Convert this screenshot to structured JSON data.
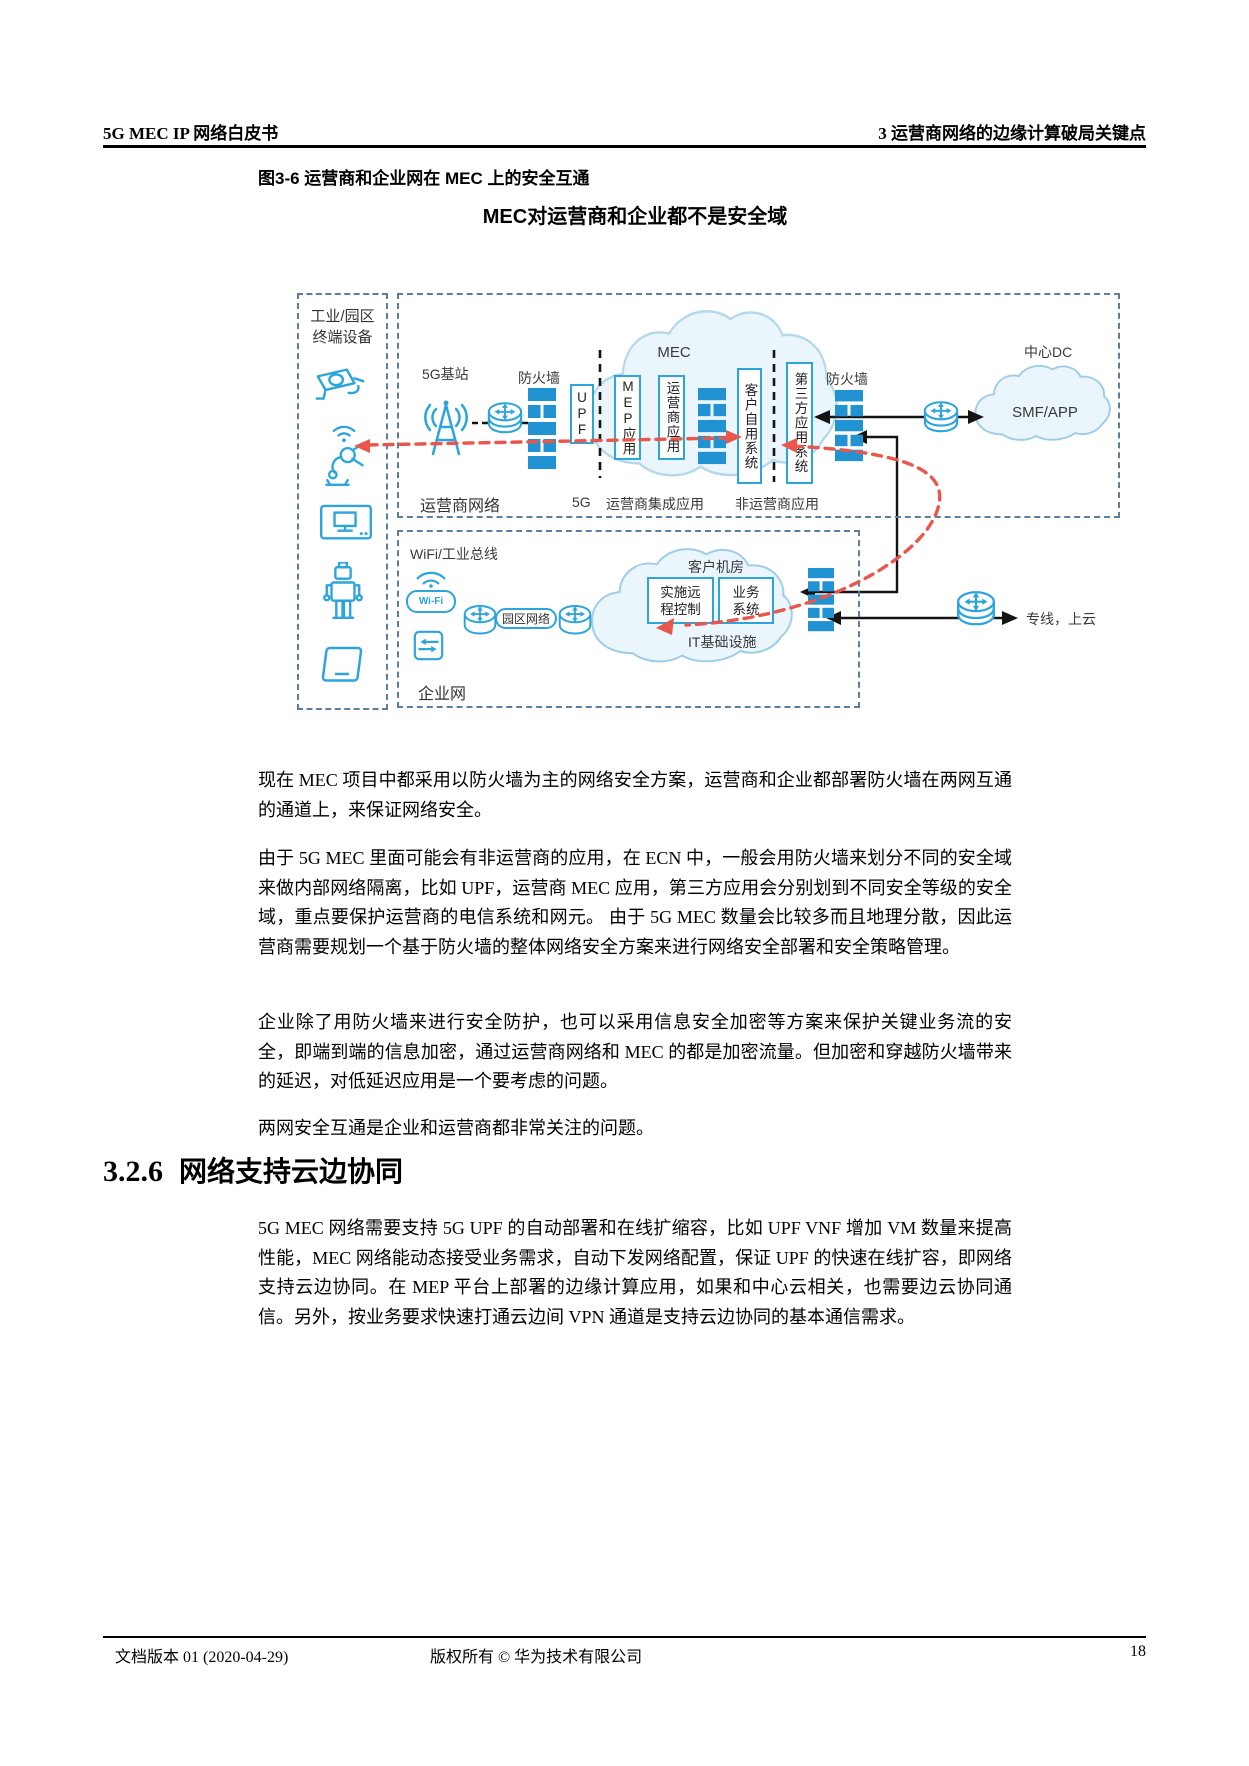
{
  "header": {
    "left": "5G MEC IP 网络白皮书",
    "right": "3  运营商网络的边缘计算破局关键点"
  },
  "figure": {
    "caption": "图3-6  运营商和企业网在 MEC 上的安全互通",
    "title": "MEC对运营商和企业都不是安全域"
  },
  "diagram": {
    "terminal_box_label": "工业/园区\n终端设备",
    "gnb_label": "5G基站",
    "firewall_label_left": "防火墙",
    "upf": "UPF",
    "mec": "MEC",
    "mep_app": "MEP应用",
    "operator_app": "运营商应用",
    "customer_self_system": "客户自用系统",
    "third_party_system": "第三方应用系统",
    "firewall_label_right": "防火墙",
    "center_dc": "中心DC",
    "smf_app": "SMF/APP",
    "operator_network": "运营商网络",
    "five_g": "5G",
    "operator_integrated_apps": "运营商集成应用",
    "non_operator_apps": "非运营商应用",
    "wifi_bus": "WiFi/工业总线",
    "wifi_badge": "Wi-Fi",
    "campus_network": "园区网络",
    "customer_room": "客户机房",
    "remote_control": "实施远\n程控制",
    "business_system": "业务\n系统",
    "it_infrastructure": "IT基础设施",
    "enterprise_network": "企业网",
    "leased_line": "专线，上云",
    "colors": {
      "icon_blue": "#2da4dc",
      "firewall_blue": "#2293d2",
      "red_path": "#e8564c",
      "dash_border": "#5a7e9e",
      "cloud_fill": "#eaf5fc"
    },
    "icons": {
      "terminal_devices": [
        "cctv-camera-icon",
        "robot-arm-icon",
        "machine-panel-icon",
        "robot-icon",
        "tablet-icon"
      ],
      "network": [
        "antenna-icon",
        "router-icon",
        "firewall-icon",
        "wifi-icon",
        "switch-icon",
        "cloud-shape"
      ]
    }
  },
  "body": {
    "paragraphs": [
      "现在 MEC 项目中都采用以防火墙为主的网络安全方案，运营商和企业都部署防火墙在两网互通的通道上，来保证网络安全。",
      "由于 5G MEC 里面可能会有非运营商的应用，在 ECN 中，一般会用防火墙来划分不同的安全域来做内部网络隔离，比如 UPF，运营商 MEC 应用，第三方应用会分别划到不同安全等级的安全域，重点要保护运营商的电信系统和网元。 由于 5G MEC 数量会比较多而且地理分散，因此运营商需要规划一个基于防火墙的整体网络安全方案来进行网络安全部署和安全策略管理。",
      "企业除了用防火墙来进行安全防护，也可以采用信息安全加密等方案来保护关键业务流的安全，即端到端的信息加密，通过运营商网络和 MEC 的都是加密流量。但加密和穿越防火墙带来的延迟，对低延迟应用是一个要考虑的问题。",
      "两网安全互通是企业和运营商都非常关注的问题。"
    ],
    "section_number": "3.2.6",
    "section_title": "网络支持云边协同",
    "section_paragraph": "5G MEC 网络需要支持 5G UPF 的自动部署和在线扩缩容，比如 UPF VNF 增加 VM 数量来提高性能，MEC 网络能动态接受业务需求，自动下发网络配置，保证 UPF 的快速在线扩容，即网络支持云边协同。在 MEP 平台上部署的边缘计算应用，如果和中心云相关，也需要边云协同通信。另外，按业务要求快速打通云边间 VPN 通道是支持云边协同的基本通信需求。"
  },
  "footer": {
    "left": "文档版本 01 (2020-04-29)",
    "center": "版权所有 © 华为技术有限公司",
    "page_number": "18"
  }
}
